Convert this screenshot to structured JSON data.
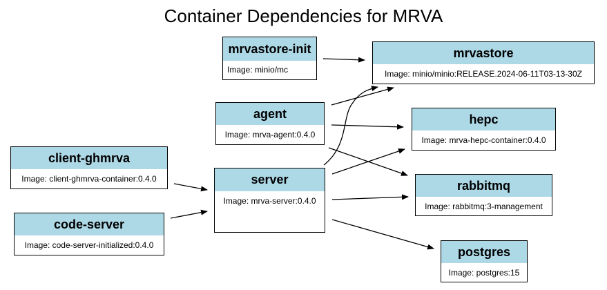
{
  "title": "Container Dependencies for MRVA",
  "colors": {
    "header_fill": "#add8e6",
    "border": "#000000",
    "edge": "#000000"
  },
  "nodes": {
    "mrvastore_init": {
      "name": "mrvastore-init",
      "image": "Image: minio/mc"
    },
    "mrvastore": {
      "name": "mrvastore",
      "image": "Image: minio/minio:RELEASE.2024-06-11T03-13-30Z"
    },
    "agent": {
      "name": "agent",
      "image": "Image: mrva-agent:0.4.0"
    },
    "hepc": {
      "name": "hepc",
      "image": "Image: mrva-hepc-container:0.4.0"
    },
    "client_ghmrva": {
      "name": "client-ghmrva",
      "image": "Image: client-ghmrva-container:0.4.0"
    },
    "server": {
      "name": "server",
      "image": "Image: mrva-server:0.4.0"
    },
    "rabbitmq": {
      "name": "rabbitmq",
      "image": "Image: rabbitmq:3-management"
    },
    "code_server": {
      "name": "code-server",
      "image": "Image: code-server-initialized:0.4.0"
    },
    "postgres": {
      "name": "postgres",
      "image": "Image: postgres:15"
    }
  },
  "edges": [
    {
      "from": "mrvastore-init",
      "to": "mrvastore"
    },
    {
      "from": "agent",
      "to": "mrvastore"
    },
    {
      "from": "agent",
      "to": "hepc"
    },
    {
      "from": "agent",
      "to": "rabbitmq"
    },
    {
      "from": "server",
      "to": "mrvastore"
    },
    {
      "from": "server",
      "to": "hepc"
    },
    {
      "from": "server",
      "to": "rabbitmq"
    },
    {
      "from": "server",
      "to": "postgres"
    },
    {
      "from": "client-ghmrva",
      "to": "server"
    },
    {
      "from": "code-server",
      "to": "server"
    }
  ]
}
